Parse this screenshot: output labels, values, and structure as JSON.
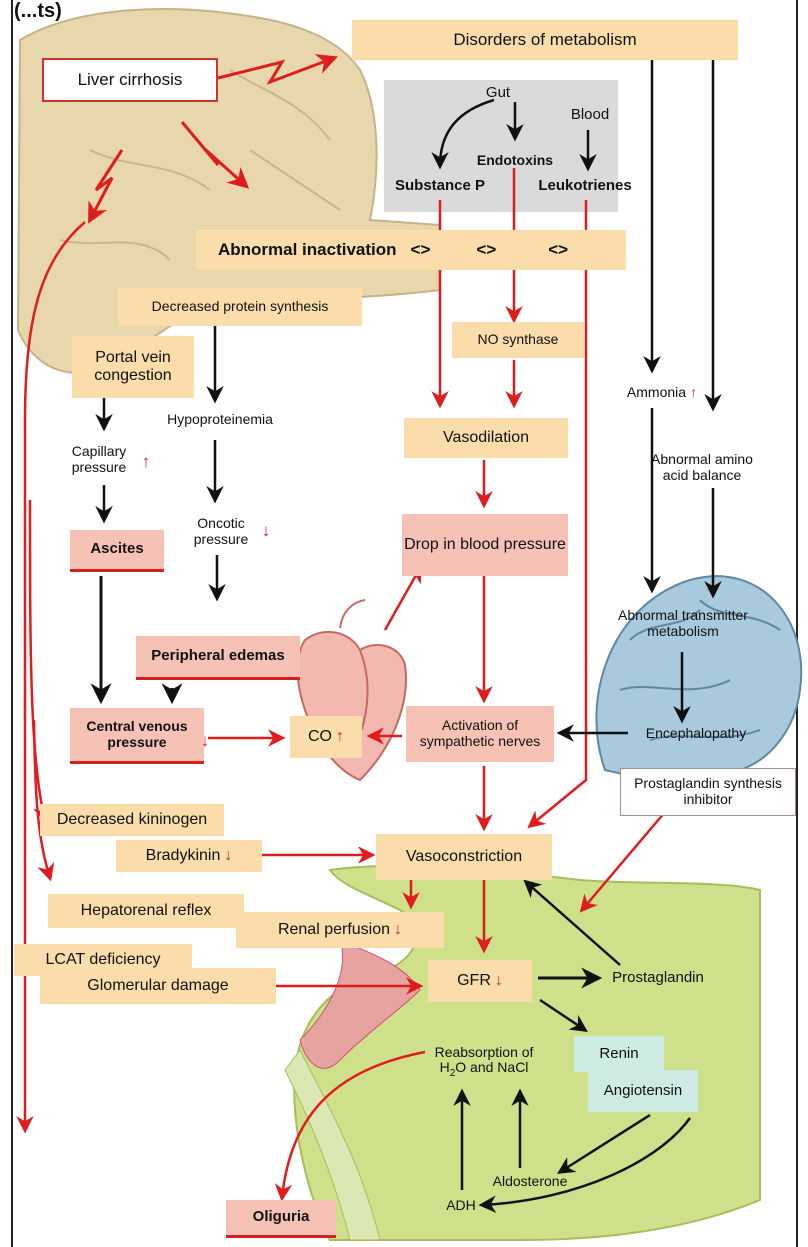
{
  "header": {
    "partial_text": "(...ts)"
  },
  "top": {
    "liver_cirrhosis": "Liver cirrhosis",
    "disorders_metabolism": "Disorders of metabolism",
    "gut": "Gut",
    "blood": "Blood",
    "endotoxins": "Endotoxins",
    "substance_p": "Substance P",
    "leukotrienes": "Leukotrienes",
    "abnormal_inactivation": "Abnormal inactivation",
    "inactivation_symbol": "<>"
  },
  "middle": {
    "decreased_protein_synthesis": "Decreased protein synthesis",
    "portal_vein_congestion": "Portal vein congestion",
    "no_synthase": "NO synthase",
    "ammonia": "Ammonia",
    "hypoproteinemia": "Hypoproteinemia",
    "vasodilation": "Vasodilation",
    "capillary_pressure": "Capillary pressure",
    "abnormal_amino_acid_balance": "Abnormal amino acid balance",
    "oncotic_pressure": "Oncotic pressure",
    "ascites": "Ascites",
    "drop_in_blood_pressure": "Drop in blood pressure",
    "abnormal_transmitter_metabolism": "Abnormal transmitter metabolism",
    "peripheral_edemas": "Peripheral edemas",
    "central_venous_pressure": "Central venous pressure",
    "co": "CO",
    "activation_sympathetic": "Activation of sympathetic nerves",
    "encephalopathy": "Encephalopathy"
  },
  "lower": {
    "prostaglandin_inhibitor": "Prostaglandin synthesis inhibitor",
    "decreased_kininogen": "Decreased kininogen",
    "bradykinin": "Bradykinin",
    "vasoconstriction": "Vasoconstriction",
    "hepatorenal_reflex": "Hepatorenal reflex",
    "renal_perfusion": "Renal perfusion",
    "lcat_deficiency": "LCAT deficiency",
    "glomerular_damage": "Glomerular damage",
    "gfr": "GFR",
    "prostaglandin": "Prostaglandin",
    "reabsorption_line1": "Reabsorption of",
    "reabsorption_line2_pre": "H",
    "reabsorption_line2_sub": "2",
    "reabsorption_line2_post": "O and NaCl",
    "renin": "Renin",
    "angiotensin": "Angiotensin",
    "aldosterone": "Aldosterone",
    "adh": "ADH",
    "oliguria": "Oliguria"
  },
  "symbols": {
    "up": "↑",
    "down": "↓"
  },
  "colors": {
    "tan_box": "#fbdcab",
    "pink_box": "#f6c2b5",
    "teal_box": "#cdebe2",
    "red_arrow": "#e01d1d",
    "black_arrow": "#111111",
    "liver": "#e8d6ad",
    "kidney": "#cfe08a",
    "brain": "#a9c9dc",
    "heart": "#f3b8b0",
    "gray_box": "#dadada"
  }
}
